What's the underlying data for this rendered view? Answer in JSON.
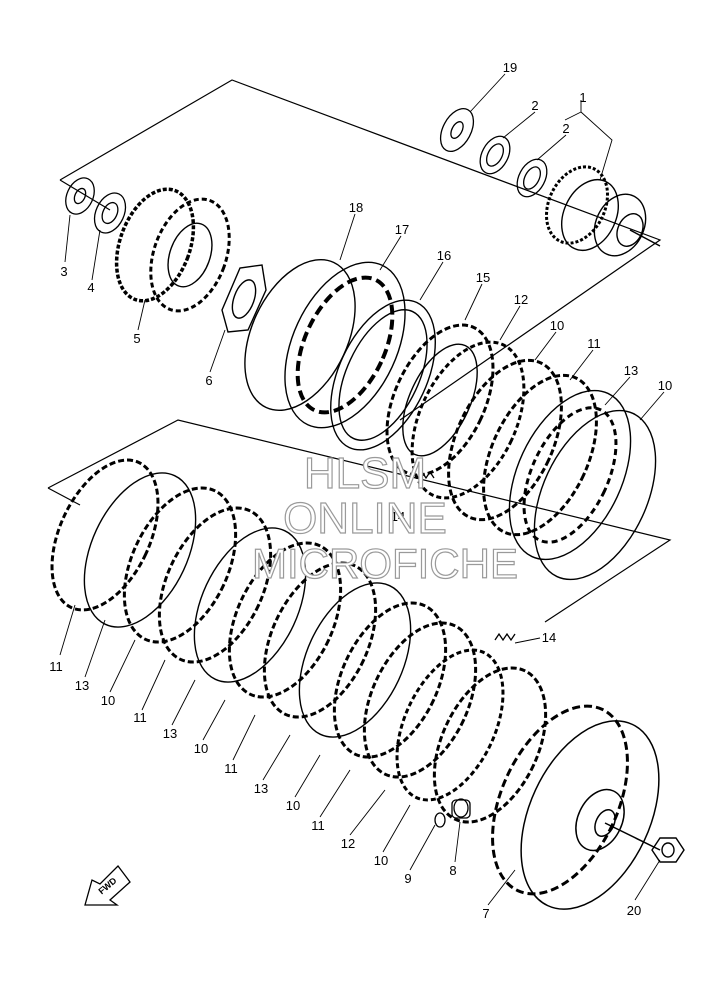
{
  "watermark": {
    "line1": "HLSM",
    "line2": "ONLINE",
    "line3": "MICROFICHE"
  },
  "direction_marker": "FWD",
  "callouts": [
    "19",
    "2",
    "1",
    "2",
    "18",
    "17",
    "16",
    "3",
    "4",
    "5",
    "6",
    "15",
    "12",
    "10",
    "11",
    "13",
    "10",
    "14",
    "11",
    "13",
    "10",
    "11",
    "13",
    "10",
    "11",
    "13",
    "10",
    "11",
    "12",
    "10",
    "9",
    "8",
    "14",
    "7",
    "20"
  ]
}
